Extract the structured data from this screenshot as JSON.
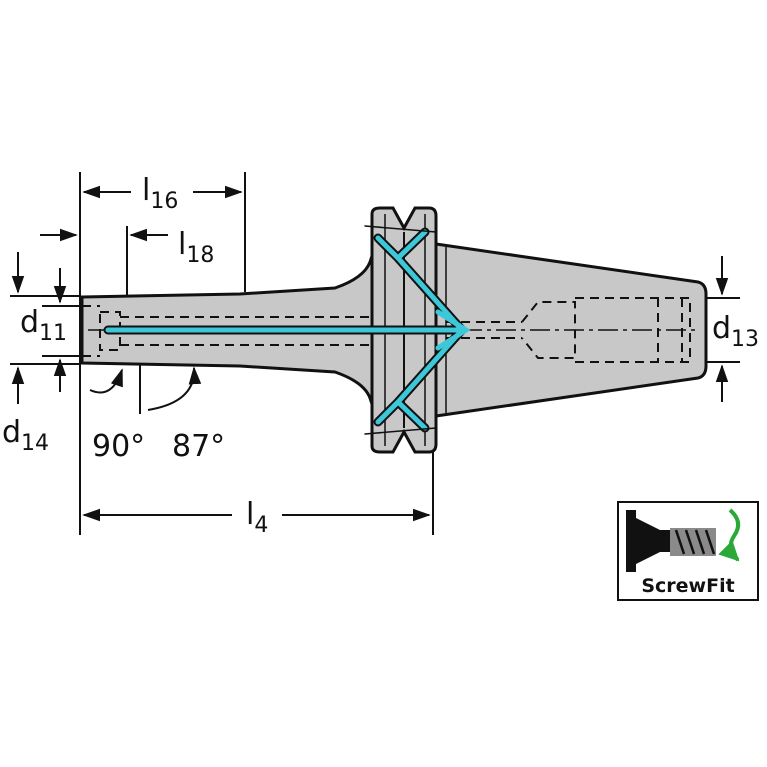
{
  "dimensions": {
    "l16": {
      "main": "l",
      "sub": "16"
    },
    "l18": {
      "main": "l",
      "sub": "18"
    },
    "l4": {
      "main": "l",
      "sub": "4"
    },
    "d11": {
      "main": "d",
      "sub": "11"
    },
    "d13": {
      "main": "d",
      "sub": "13"
    },
    "d14": {
      "main": "d",
      "sub": "14"
    }
  },
  "angles": {
    "a90": "90°",
    "a87": "87°"
  },
  "badge": {
    "label": "ScrewFit",
    "icon": "screw-thread-icon"
  },
  "colors": {
    "body": "#c8c8c8",
    "outline": "#111111",
    "coolant": "#3cc8d8",
    "badge_arrow": "#2aa838"
  }
}
